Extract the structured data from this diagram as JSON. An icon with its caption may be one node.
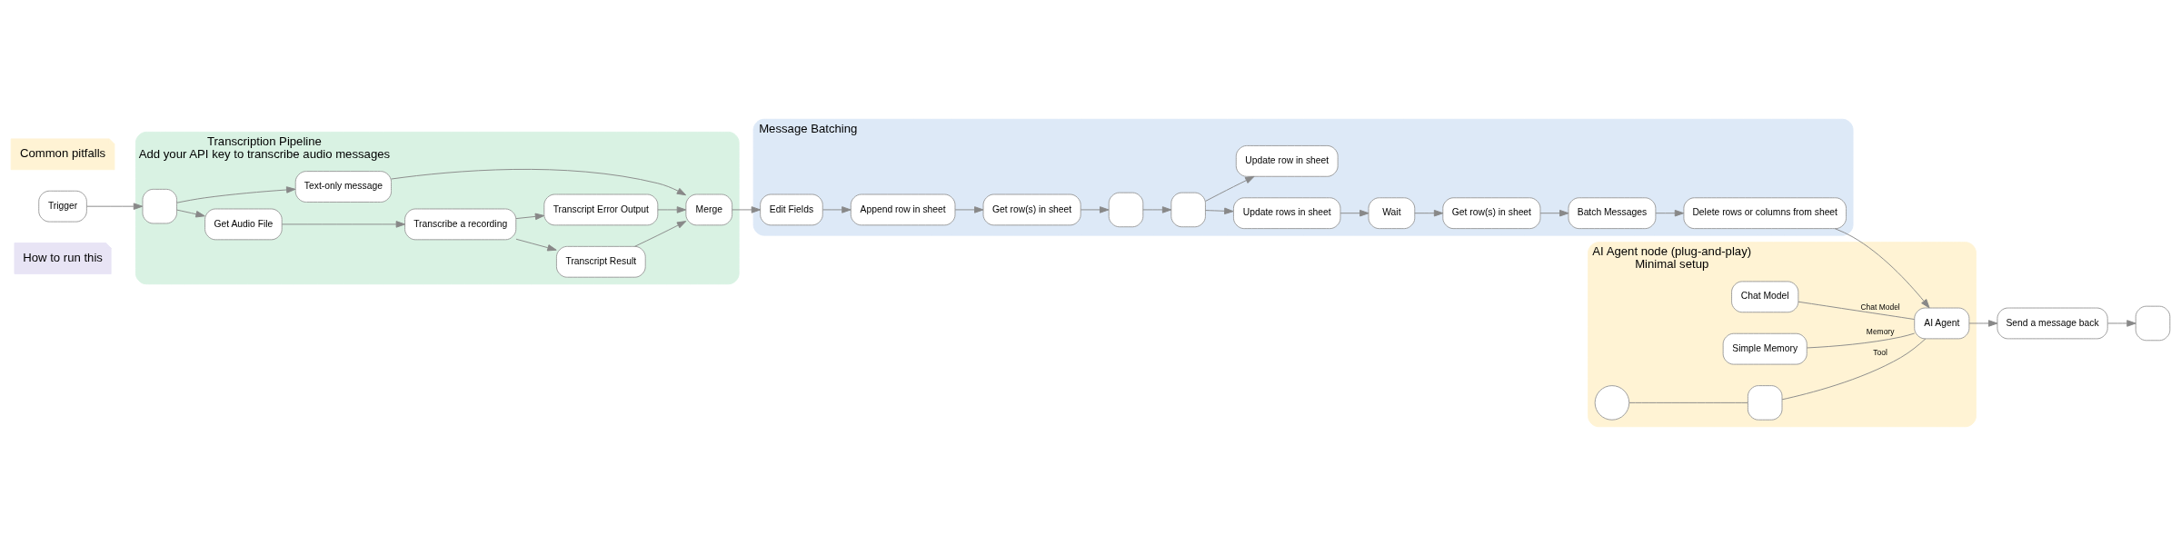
{
  "diagram": {
    "nodes": [
      {
        "text": [
          "How to run this"
        ]
      },
      {
        "text": [
          "Trigger"
        ]
      },
      {
        "text": [
          "Transcription Pipeline",
          "Add your API key to transcribe audio messages"
        ]
      },
      {
        "text": [],
        "shape": "box",
        "in": 2
      },
      {
        "text": [
          "Get Audio File"
        ],
        "in": 2
      },
      {
        "text": [
          "Transcribe a recording"
        ],
        "in": 2
      },
      {
        "text": [
          "Transcript Result"
        ],
        "in": 2
      },
      {
        "text": [
          "Transcript Error Output"
        ],
        "in": 2
      },
      {
        "text": [
          "Text-only message"
        ],
        "in": 2
      },
      {
        "text": [
          "Merge"
        ],
        "in": 2
      },
      {
        "text": [
          "Common pitfalls"
        ]
      },
      {
        "text": [
          "Message Batching"
        ]
      },
      {
        "text": [
          "Edit Fields"
        ],
        "in": 11
      },
      {
        "text": [
          "Append row in sheet"
        ],
        "in": 11
      },
      {
        "text": [
          "Get row(s) in sheet"
        ],
        "in": 11
      },
      {
        "text": [],
        "shape": "box",
        "in": 11
      },
      {
        "text": [],
        "shape": "box",
        "in": 11
      },
      {
        "text": [
          "Update rows in sheet"
        ],
        "in": 11
      },
      {
        "text": [
          "Update row in sheet"
        ],
        "in": 11
      },
      {
        "text": [
          "Wait"
        ],
        "in": 11
      },
      {
        "text": [
          "Get row(s) in sheet"
        ],
        "in": 11
      },
      {
        "text": [
          "Batch Messages"
        ],
        "in": 11
      },
      {
        "text": [
          "Delete rows or columns from sheet"
        ],
        "in": 11
      },
      {
        "text": [
          "AI Agent node (plug-and-play)",
          "Minimal setup"
        ]
      },
      {
        "text": [
          "AI Agent"
        ],
        "in": 23
      },
      {
        "text": [
          "Chat Model"
        ],
        "in": 23
      },
      {
        "text": [
          "Simple Memory"
        ],
        "in": 23
      },
      {
        "text": [],
        "shape": "box",
        "in": 23
      },
      {
        "text": [],
        "shape": "circle",
        "in": 23
      },
      {
        "text": [
          "Send a message back"
        ]
      },
      {
        "text": [],
        "shape": "box"
      }
    ],
    "edges": [
      {
        "from": 1,
        "to": 3,
        "arrow": "to"
      },
      {
        "from": 3,
        "to": 4,
        "arrow": "to"
      },
      {
        "from": 3,
        "to": 8,
        "arrow": "to"
      },
      {
        "from": 4,
        "to": 5,
        "arrow": "to"
      },
      {
        "from": 5,
        "to": 6,
        "arrow": "to"
      },
      {
        "from": 5,
        "to": 7,
        "arrow": "to"
      },
      {
        "from": 6,
        "to": 9,
        "arrow": "to"
      },
      {
        "from": 7,
        "to": 9,
        "arrow": "to"
      },
      {
        "from": 8,
        "to": 9,
        "arrow": "to"
      },
      {
        "from": 9,
        "to": 12,
        "arrow": "to"
      },
      {
        "from": 12,
        "to": 13,
        "arrow": "to"
      },
      {
        "from": 13,
        "to": 14,
        "arrow": "to"
      },
      {
        "from": 14,
        "to": 15,
        "arrow": "to"
      },
      {
        "from": 15,
        "to": 16,
        "arrow": "to"
      },
      {
        "from": 16,
        "to": 17,
        "arrow": "to"
      },
      {
        "from": 16,
        "to": 18,
        "arrow": "to"
      },
      {
        "from": 17,
        "to": 19,
        "arrow": "to"
      },
      {
        "from": 19,
        "to": 20,
        "arrow": "to"
      },
      {
        "from": 20,
        "to": 21,
        "arrow": "to"
      },
      {
        "from": 21,
        "to": 22,
        "arrow": "to"
      },
      {
        "from": 22,
        "to": 24,
        "arrow": "to"
      },
      {
        "from": 25,
        "to": 24,
        "arrow": "none",
        "label": "Chat Model"
      },
      {
        "from": 26,
        "to": 24,
        "arrow": "none",
        "label": "Memory"
      },
      {
        "from": 27,
        "to": 24,
        "arrow": "none",
        "label": "Tool"
      },
      {
        "from": 28,
        "to": 27,
        "arrow": "none"
      },
      {
        "from": 24,
        "to": 29,
        "arrow": "to"
      },
      {
        "from": 29,
        "to": 30,
        "arrow": "to"
      }
    ]
  }
}
